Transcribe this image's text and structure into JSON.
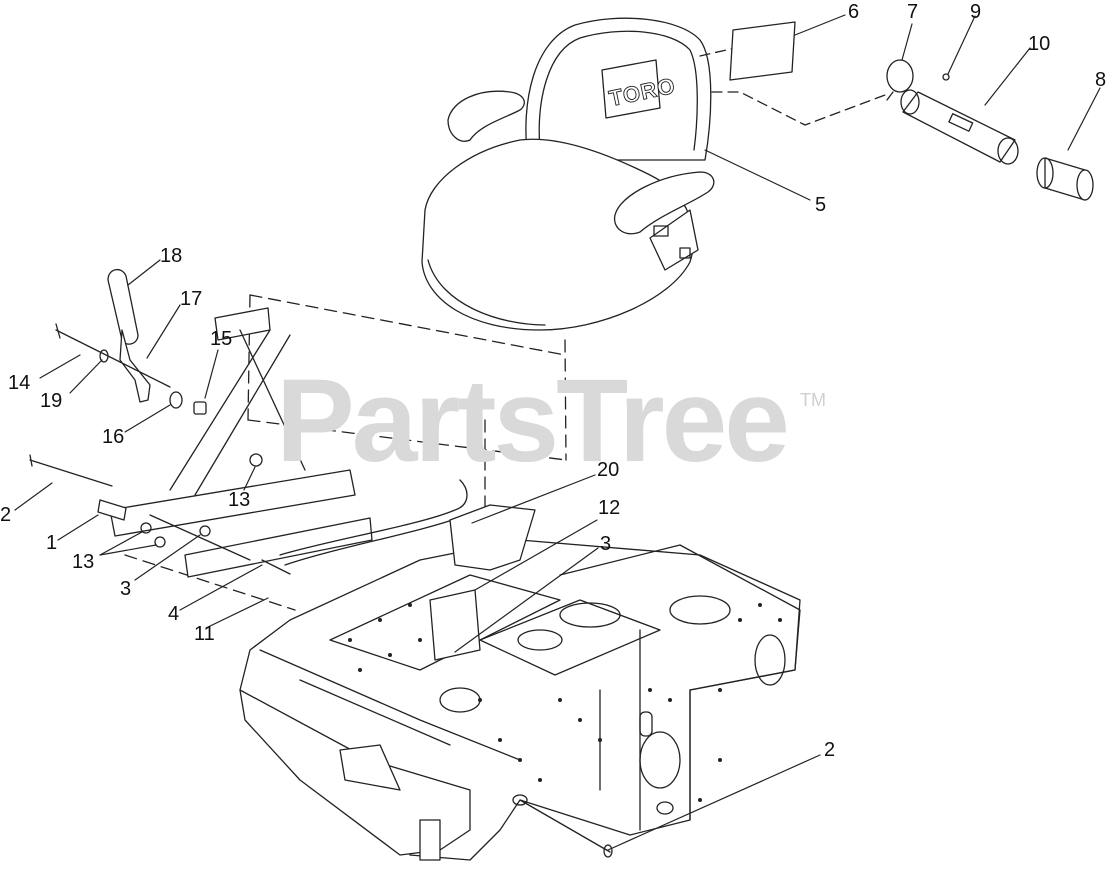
{
  "watermark": {
    "brand": "PartsTree",
    "tm": "TM"
  },
  "seat_logo": "TORO",
  "callouts": {
    "c1": "1",
    "c2a": "2",
    "c2b": "2",
    "c3a": "3",
    "c3b": "3",
    "c4": "4",
    "c5": "5",
    "c6": "6",
    "c7": "7",
    "c8": "8",
    "c9": "9",
    "c10": "10",
    "c11": "11",
    "c12": "12",
    "c13a": "13",
    "c13b": "13",
    "c14": "14",
    "c15": "15",
    "c16": "16",
    "c17": "17",
    "c18": "18",
    "c19": "19",
    "c20": "20"
  }
}
